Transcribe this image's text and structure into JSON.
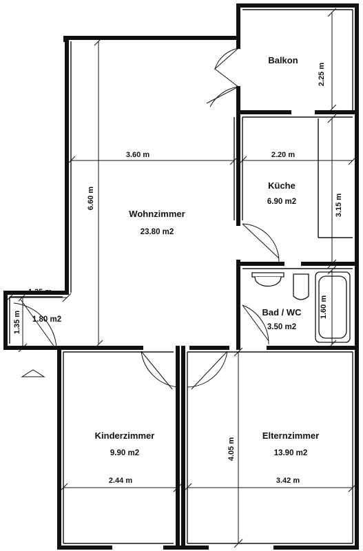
{
  "rooms": {
    "balkon": {
      "name": "Balkon"
    },
    "kueche": {
      "name": "Küche",
      "area": "6.90 m2"
    },
    "wohnzimmer": {
      "name": "Wohnzimmer",
      "area": "23.80 m2"
    },
    "bad": {
      "name": "Bad / WC",
      "area": "3.50 m2"
    },
    "flur": {
      "area": "1.80 m2"
    },
    "kinderzimmer": {
      "name": "Kinderzimmer",
      "area": "9.90 m2"
    },
    "elternzimmer": {
      "name": "Elternzimmer",
      "area": "13.90 m2"
    }
  },
  "dimensions": {
    "balkon_h": "2.25 m",
    "kueche_w": "2.20 m",
    "kueche_h": "3.15 m",
    "wohn_w": "3.60 m",
    "wohn_h": "6.60 m",
    "bad_h": "1.60 m",
    "flur_w": "1.35 m",
    "flur_h": "1.35 m",
    "kinder_w": "2.44 m",
    "eltern_w": "3.42 m",
    "eltern_h": "4.05 m"
  }
}
